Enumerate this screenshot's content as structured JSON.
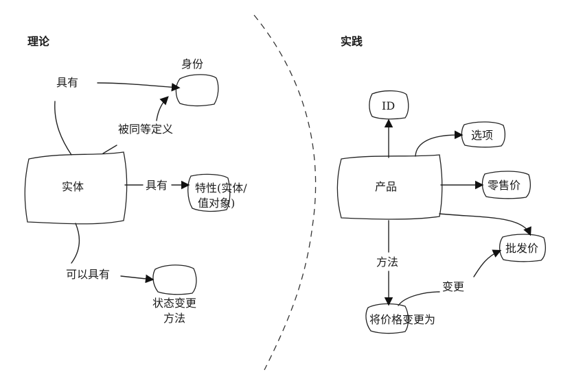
{
  "left": {
    "heading": "理论",
    "entity": "实体",
    "identity": "身份",
    "has_identity": "具有",
    "defined_by_equality": "被同等定义",
    "has_attributes": "具有",
    "attributes_line1": "特性(实体/",
    "attributes_line2": "值对象)",
    "may_have": "可以具有",
    "state_change_line1": "状态变更",
    "state_change_line2": "方法"
  },
  "right": {
    "heading": "实践",
    "product": "产品",
    "id": "ID",
    "options": "选项",
    "retail_price": "零售价",
    "wholesale_price": "批发价",
    "method": "方法",
    "change": "变更",
    "change_price_to": "将价格变更为"
  },
  "colors": {
    "ink": "#222222",
    "background": "#ffffff"
  }
}
